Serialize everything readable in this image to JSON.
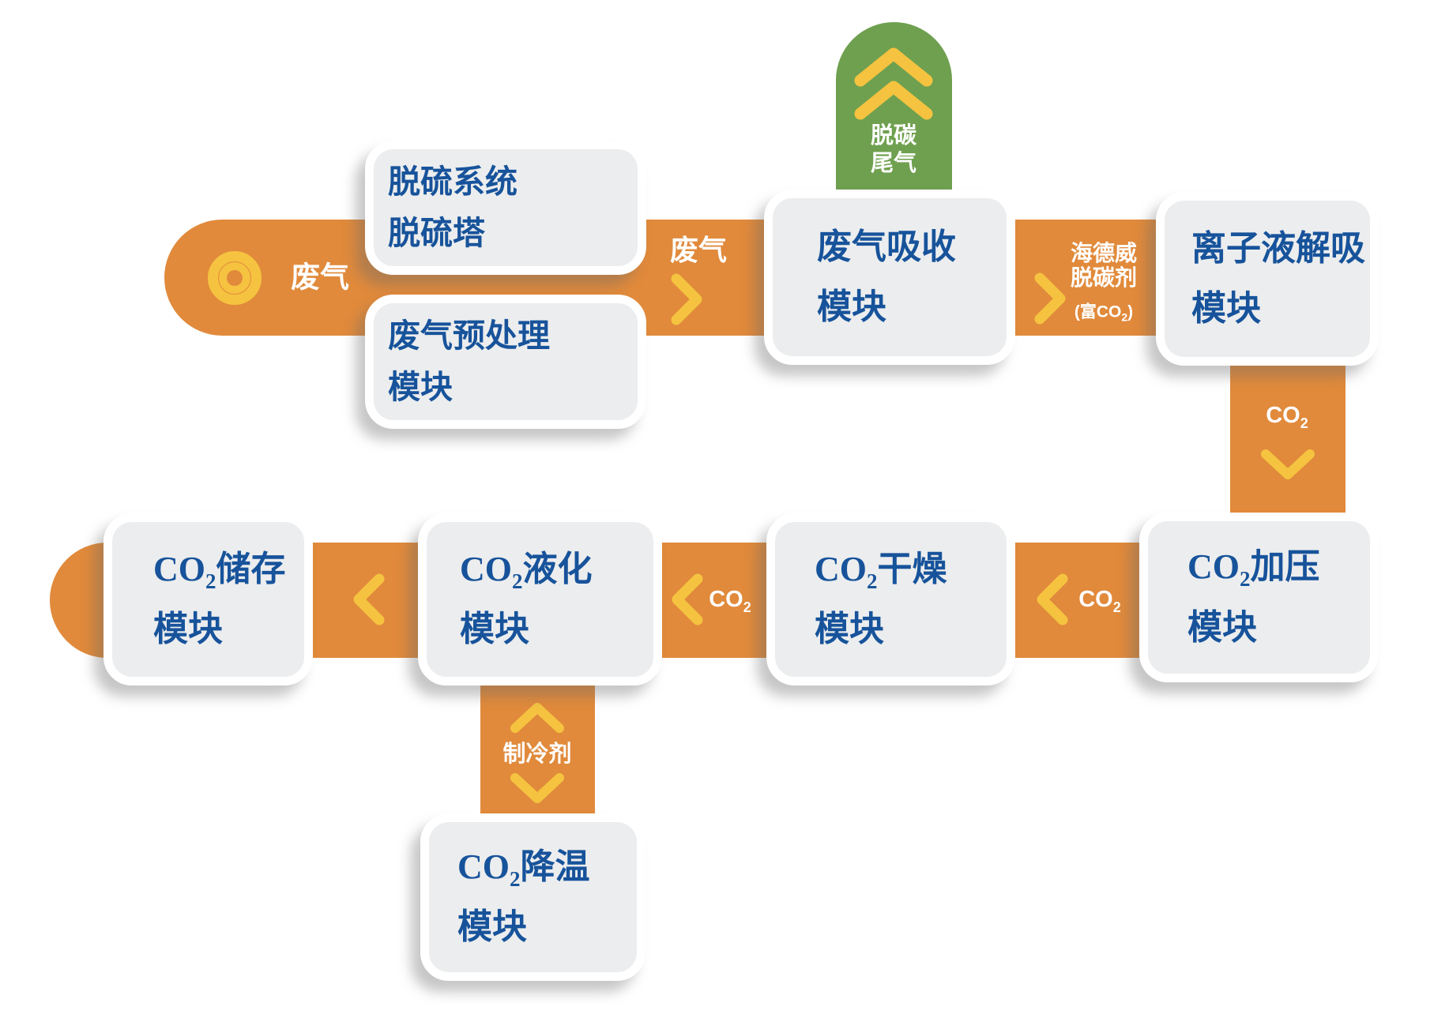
{
  "palette": {
    "flow_orange": "#E18A3B",
    "arrow_yellow": "#F5C340",
    "tailgas_green": "#6FA04F",
    "title_blue": "#17539B",
    "node_fill": "#ECEDEE",
    "node_border": "#FFFFFF"
  },
  "source": {
    "label": "废气"
  },
  "tailgas": {
    "line1": "脱碳",
    "line2": "尾气"
  },
  "edges": {
    "feed": {
      "label": "废气"
    },
    "absorbent": {
      "line1": "海德威",
      "line2": "脱碳剂",
      "note_pre": "(富CO",
      "note_sub": "2",
      "note_post": ")"
    },
    "co2": {
      "pre": "CO",
      "sub": "2"
    },
    "refrigerant": {
      "label": "制冷剂"
    }
  },
  "nodes": {
    "desulfurization": {
      "line1": "脱硫系统",
      "line2": "脱硫塔"
    },
    "pretreatment": {
      "line1": "废气预处理",
      "line2": "模块"
    },
    "absorption": {
      "line1": "废气吸收",
      "line2": "模块"
    },
    "desorption": {
      "line1": "离子液解吸",
      "line2": "模块"
    },
    "pressurization": {
      "pre": "CO",
      "sub": "2",
      "rest": "加压",
      "line2": "模块"
    },
    "drying": {
      "pre": "CO",
      "sub": "2",
      "rest": "干燥",
      "line2": "模块"
    },
    "liquefaction": {
      "pre": "CO",
      "sub": "2",
      "rest": "液化",
      "line2": "模块"
    },
    "storage": {
      "pre": "CO",
      "sub": "2",
      "rest": "储存",
      "line2": "模块"
    },
    "cooling": {
      "pre": "CO",
      "sub": "2",
      "rest": "降温",
      "line2": "模块"
    }
  }
}
